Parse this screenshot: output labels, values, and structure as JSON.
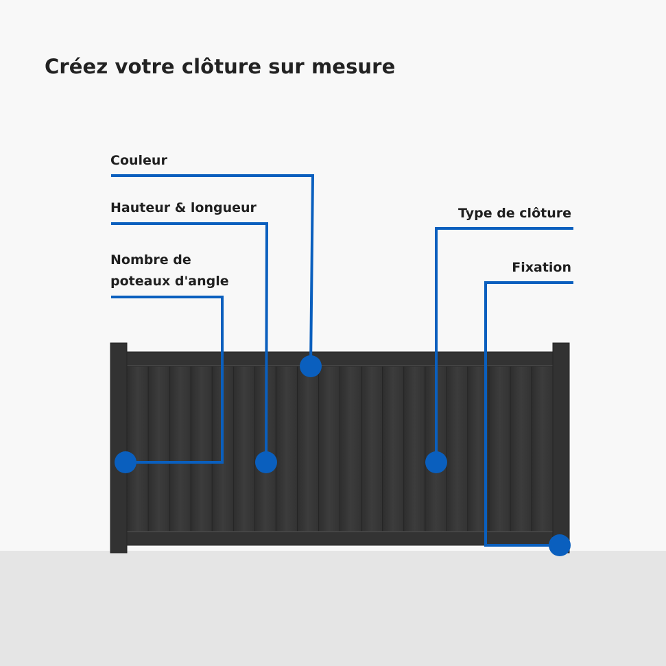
{
  "title": "Créez votre clôture sur mesure",
  "callouts": {
    "couleur": {
      "label": "Couleur"
    },
    "hauteur_longueur": {
      "label": "Hauteur & longueur"
    },
    "poteaux_angle": {
      "line1": "Nombre de",
      "line2": "poteaux d'angle"
    },
    "type_cloture": {
      "label": "Type de clôture"
    },
    "fixation": {
      "label": "Fixation"
    }
  },
  "colors": {
    "background": "#f8f8f8",
    "ground": "#e5e5e5",
    "accent_blue": "#0a5fbe",
    "fence": "#383838"
  }
}
